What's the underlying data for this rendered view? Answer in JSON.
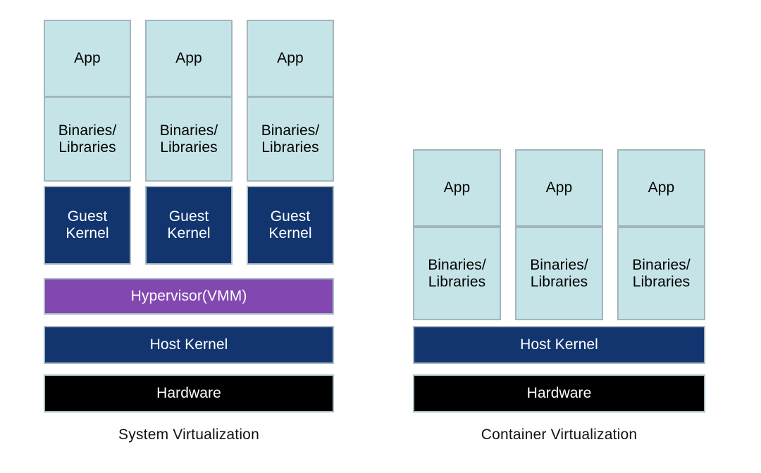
{
  "diagram": {
    "title_left": "System Virtualization",
    "title_right": "Container Virtualization",
    "colors": {
      "app_fill": "#c5e4e7",
      "kernel_fill": "#12356f",
      "hypervisor_fill": "#8348b0",
      "hardware_fill": "#000000",
      "border": "#a3b6bd",
      "background": "#ffffff"
    }
  },
  "system_virtualization": {
    "caption": "System Virtualization",
    "columns": [
      {
        "app": "App",
        "binaries": "Binaries/\nLibraries",
        "guest_kernel": "Guest\nKernel"
      },
      {
        "app": "App",
        "binaries": "Binaries/\nLibraries",
        "guest_kernel": "Guest\nKernel"
      },
      {
        "app": "App",
        "binaries": "Binaries/\nLibraries",
        "guest_kernel": "Guest\nKernel"
      }
    ],
    "hypervisor": "Hypervisor(VMM)",
    "host_kernel": "Host Kernel",
    "hardware": "Hardware"
  },
  "container_virtualization": {
    "caption": "Container Virtualization",
    "columns": [
      {
        "app": "App",
        "binaries": "Binaries/\nLibraries"
      },
      {
        "app": "App",
        "binaries": "Binaries/\nLibraries"
      },
      {
        "app": "App",
        "binaries": "Binaries/\nLibraries"
      }
    ],
    "host_kernel": "Host Kernel",
    "hardware": "Hardware"
  }
}
